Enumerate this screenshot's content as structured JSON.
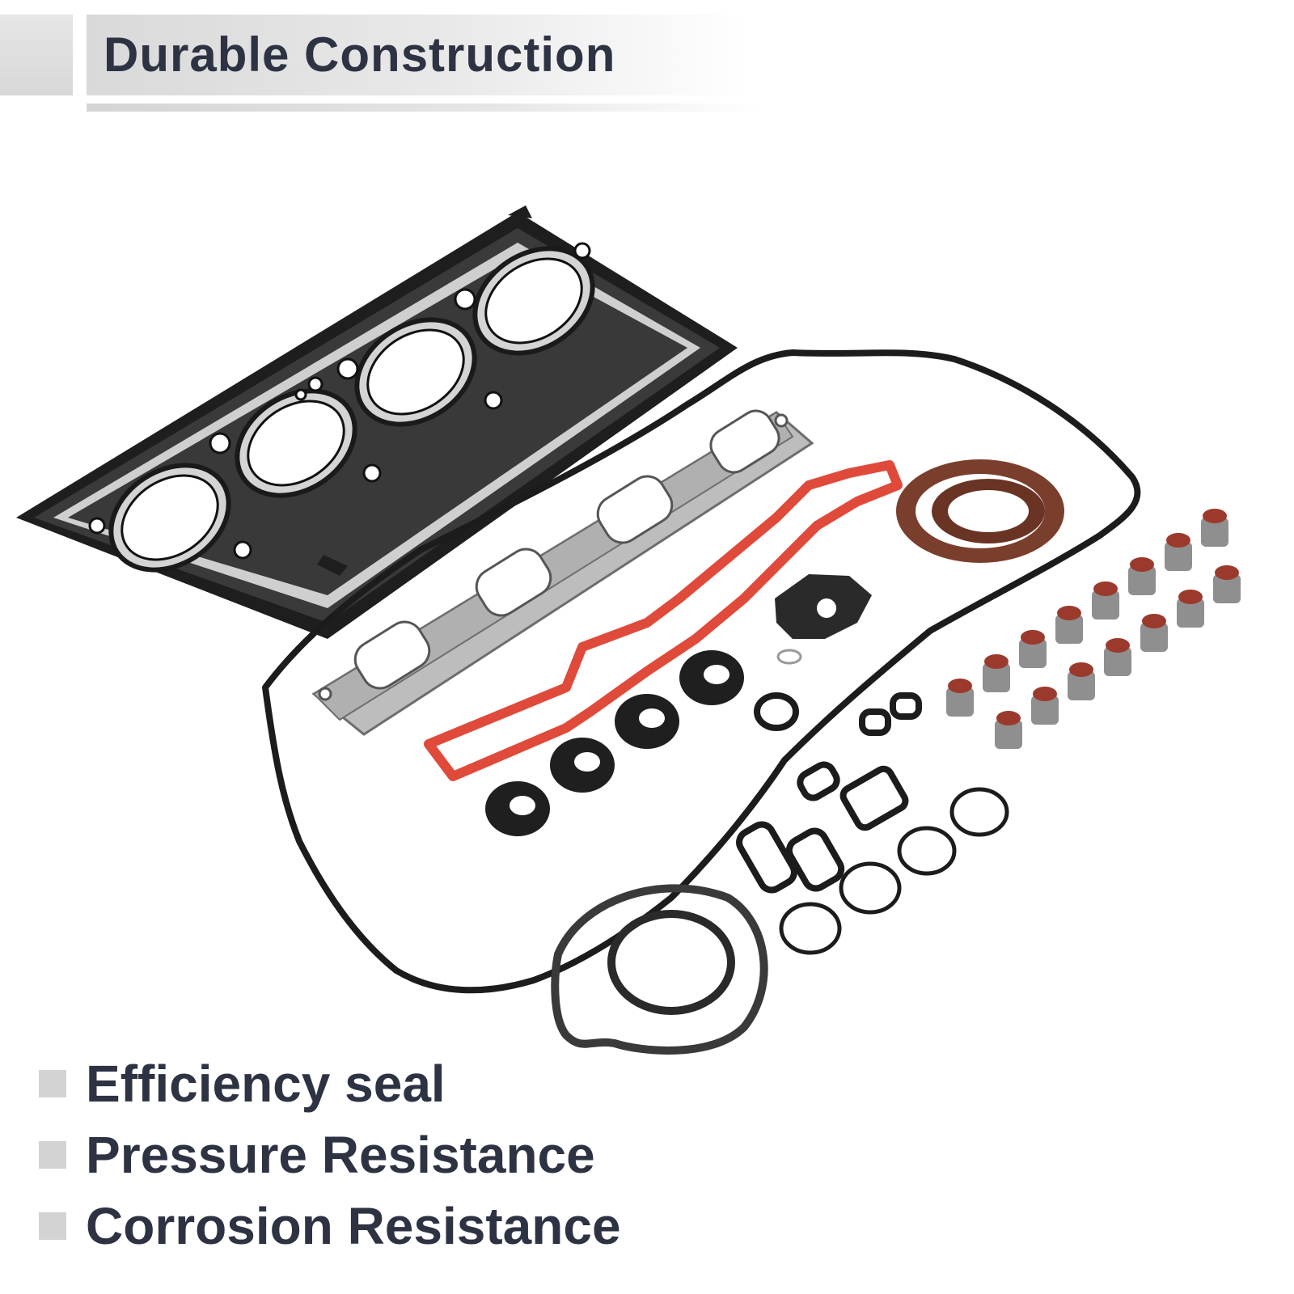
{
  "header": {
    "title": "Durable Construction"
  },
  "features": [
    {
      "label": "Efficiency seal"
    },
    {
      "label": "Pressure Resistance"
    },
    {
      "label": "Corrosion Resistance"
    }
  ],
  "colors": {
    "text": "#2e3343",
    "band": "#d9d9d9",
    "gasket_black": "#1c1c1c",
    "metal": "#b7b7b7",
    "red_gasket": "#e04a3a",
    "brown_seal": "#7a3e2c",
    "stem_seal_red": "#9b3a2c"
  },
  "illustration": {
    "subject": "engine-gasket-kit"
  }
}
